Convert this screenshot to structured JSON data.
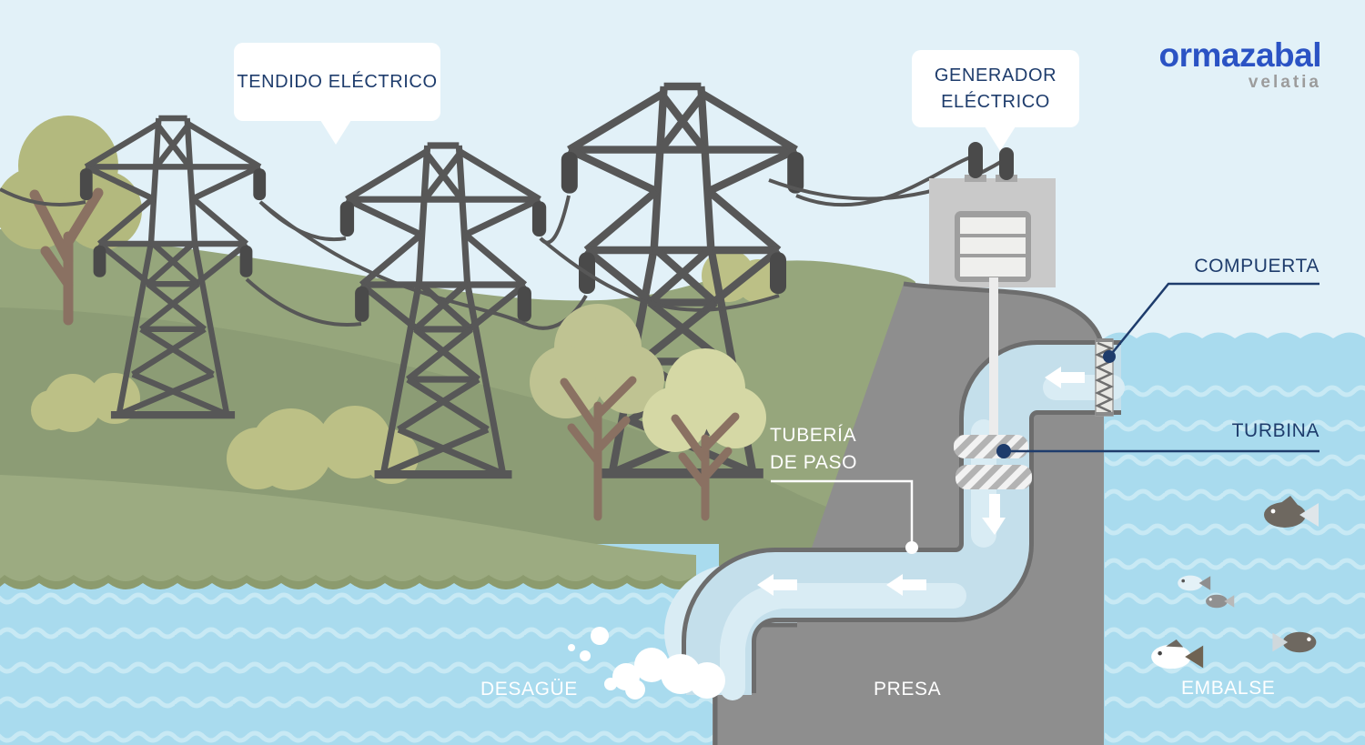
{
  "logo": {
    "brand": "ormazabal",
    "subbrand": "velatia"
  },
  "labels": {
    "power_lines": "TENDIDO ELÉCTRICO",
    "generator": "GENERADOR ELÉCTRICO",
    "gate": "COMPUERTA",
    "turbine": "TURBINA",
    "penstock": "TUBERÍA DE PASO",
    "outflow": "DESAGÜE",
    "dam": "PRESA",
    "reservoir": "EMBALSE"
  },
  "colors": {
    "brand_blue": "#2b53c4",
    "label_navy": "#1e3c6c",
    "sky": "#e2f1f8",
    "water_blue": "#a9dbee",
    "pipe_water": "#c4dfeb",
    "dam_gray": "#8e8e8e",
    "hill_green": "#8c9c75"
  }
}
